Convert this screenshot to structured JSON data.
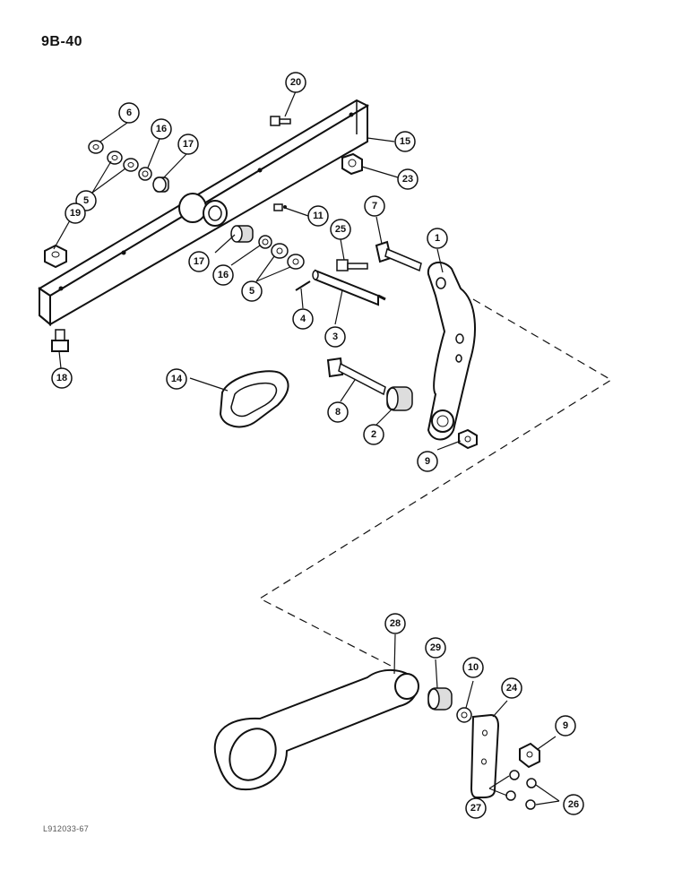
{
  "page_label": "9B-40",
  "figure_code": "L912033-67",
  "callouts": [
    {
      "id": "c20",
      "label": "20"
    },
    {
      "id": "c6",
      "label": "6"
    },
    {
      "id": "c16a",
      "label": "16"
    },
    {
      "id": "c17a",
      "label": "17"
    },
    {
      "id": "c15",
      "label": "15"
    },
    {
      "id": "c23",
      "label": "23"
    },
    {
      "id": "c5a",
      "label": "5"
    },
    {
      "id": "c19",
      "label": "19"
    },
    {
      "id": "c11",
      "label": "11"
    },
    {
      "id": "c7",
      "label": "7"
    },
    {
      "id": "c25",
      "label": "25"
    },
    {
      "id": "c1",
      "label": "1"
    },
    {
      "id": "c17b",
      "label": "17"
    },
    {
      "id": "c16b",
      "label": "16"
    },
    {
      "id": "c5b",
      "label": "5"
    },
    {
      "id": "c4",
      "label": "4"
    },
    {
      "id": "c3",
      "label": "3"
    },
    {
      "id": "c18",
      "label": "18"
    },
    {
      "id": "c14",
      "label": "14"
    },
    {
      "id": "c8",
      "label": "8"
    },
    {
      "id": "c2",
      "label": "2"
    },
    {
      "id": "c9a",
      "label": "9"
    },
    {
      "id": "c28",
      "label": "28"
    },
    {
      "id": "c29",
      "label": "29"
    },
    {
      "id": "c10",
      "label": "10"
    },
    {
      "id": "c24",
      "label": "24"
    },
    {
      "id": "c9b",
      "label": "9"
    },
    {
      "id": "c27",
      "label": "27"
    },
    {
      "id": "c26",
      "label": "26"
    }
  ]
}
